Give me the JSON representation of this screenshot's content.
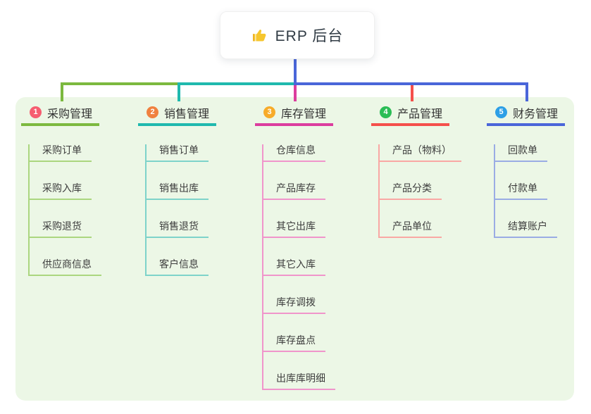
{
  "root": {
    "title": "ERP 后台",
    "icon": "thumbs-up"
  },
  "colors": {
    "panel_bg": "#ecf7e6",
    "trunk_blue": "#4a66d9",
    "canvas_bg": "#ffffff",
    "root_text": "#303b44",
    "node_text": "#3d3d3d"
  },
  "branches": [
    {
      "number": "1",
      "label": "采购管理",
      "line_color": "#7cb93f",
      "light_color": "#abd67f",
      "badge_color": "#f65d70",
      "children": [
        "采购订单",
        "采购入库",
        "采购退货",
        "供应商信息"
      ]
    },
    {
      "number": "2",
      "label": "销售管理",
      "line_color": "#1fb9ae",
      "light_color": "#7ed3ca",
      "badge_color": "#f0813f",
      "children": [
        "销售订单",
        "销售出库",
        "销售退货",
        "客户信息"
      ]
    },
    {
      "number": "3",
      "label": "库存管理",
      "line_color": "#dc3d9e",
      "light_color": "#f095cb",
      "badge_color": "#f7ab29",
      "children": [
        "仓库信息",
        "产品库存",
        "其它出库",
        "其它入库",
        "库存调拨",
        "库存盘点",
        "出库库明细"
      ]
    },
    {
      "number": "4",
      "label": "产品管理",
      "line_color": "#f5504b",
      "light_color": "#f9a8a4",
      "badge_color": "#2abd55",
      "children": [
        "产品（物料）",
        "产品分类",
        "产品单位"
      ]
    },
    {
      "number": "5",
      "label": "财务管理",
      "line_color": "#4a66d9",
      "light_color": "#9aace4",
      "badge_color": "#2d9fe6",
      "children": [
        "回款单",
        "付款单",
        "结算账户"
      ]
    }
  ]
}
